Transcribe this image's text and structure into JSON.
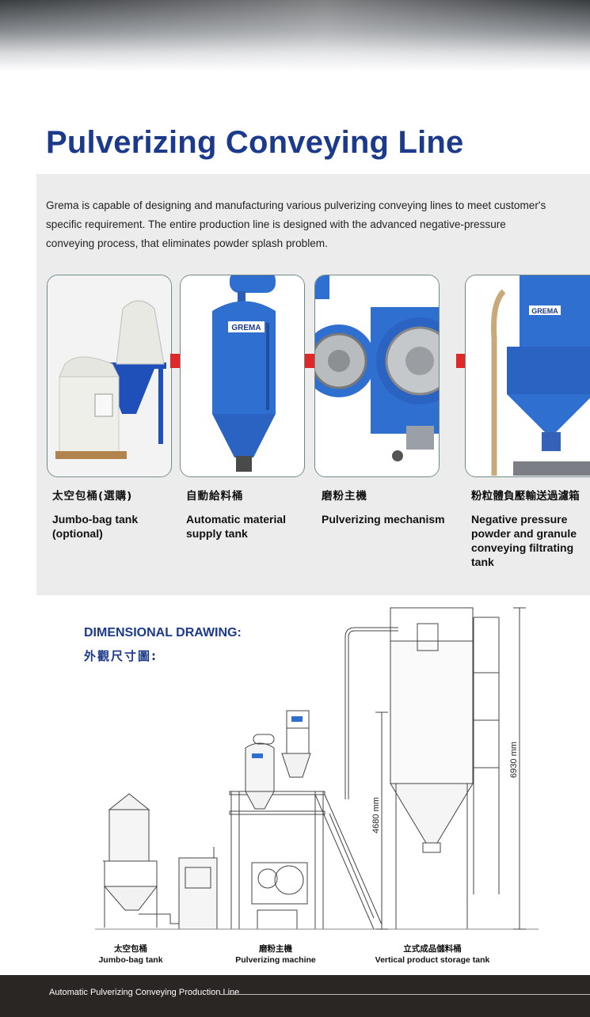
{
  "title": "Pulverizing Conveying Line",
  "intro": "Grema is capable of designing and manufacturing various pulverizing conveying lines to meet customer's specific requirement. The entire production line is designed with the advanced negative-pressure conveying process, that eliminates powder splash problem.",
  "logo_text": "GREMA",
  "steps": [
    {
      "zh": "太空包桶(選購)",
      "en": "Jumbo-bag tank\n(optional)"
    },
    {
      "zh": "自動給料桶",
      "en": "Automatic material\nsupply tank"
    },
    {
      "zh": "磨粉主機",
      "en": "Pulverizing mechanism"
    },
    {
      "zh": "粉粒體負壓輸送過濾箱",
      "en": "Negative pressure\npowder and granule\nconveying filtrating\ntank"
    }
  ],
  "dimensional": {
    "title": "DIMENSIONAL DRAWING:",
    "title_zh": "外觀尺寸圖:",
    "dim_mid": "4680 mm",
    "dim_tall": "6930 mm",
    "captions": [
      {
        "zh": "太空包桶",
        "en": "Jumbo-bag tank"
      },
      {
        "zh": "磨粉主機",
        "en": "Pulverizing machine"
      },
      {
        "zh": "立式成品儲料桶",
        "en": "Vertical product storage tank"
      }
    ]
  },
  "footer": "Automatic Pulverizing Conveying Production Line",
  "colors": {
    "title_blue": "#1c3a8c",
    "machine_blue": "#2f6fd0",
    "arrow_red": "#e02828",
    "footer_bg": "#2a2623"
  }
}
